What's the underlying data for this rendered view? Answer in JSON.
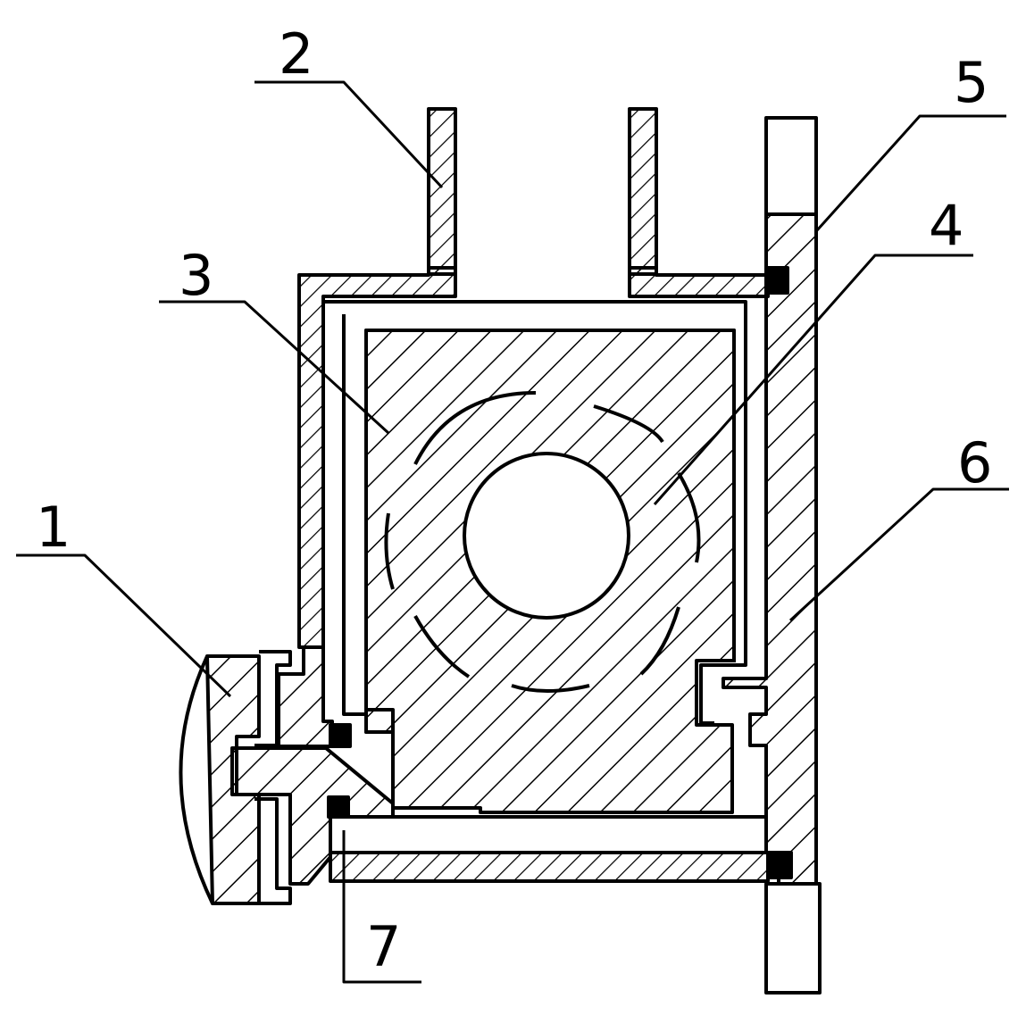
{
  "diagram": {
    "type": "mechanical cross-section",
    "labels": [
      {
        "id": "1",
        "text": "1"
      },
      {
        "id": "2",
        "text": "2"
      },
      {
        "id": "3",
        "text": "3"
      },
      {
        "id": "4",
        "text": "4"
      },
      {
        "id": "5",
        "text": "5"
      },
      {
        "id": "6",
        "text": "6"
      },
      {
        "id": "7",
        "text": "7"
      }
    ],
    "colors": {
      "ink": "#000000",
      "paper": "#ffffff"
    }
  }
}
